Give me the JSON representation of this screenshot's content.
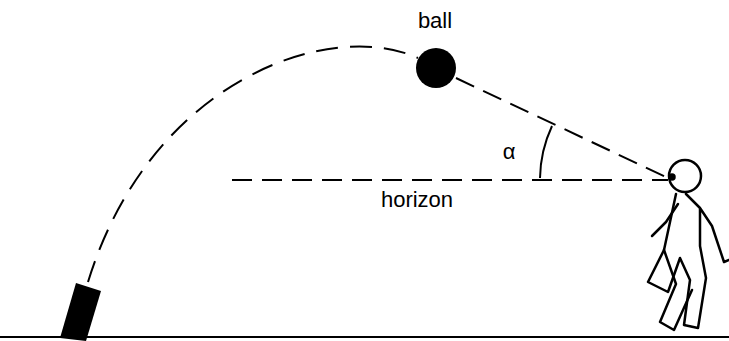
{
  "diagram": {
    "labels": [
      "ball",
      "α",
      "horizon"
    ]
  }
}
